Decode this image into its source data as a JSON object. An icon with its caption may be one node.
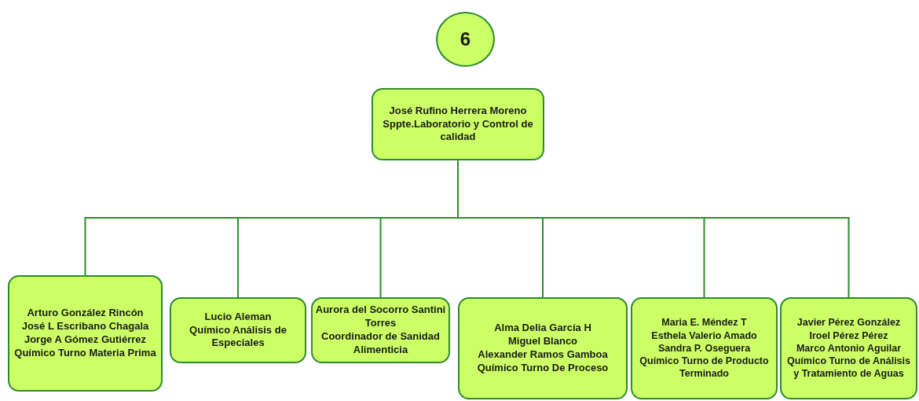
{
  "diagram": {
    "nodes": [
      {
        "text": [
          "6"
        ]
      },
      {
        "text": [
          "José Rufino Herrera Moreno",
          "Sppte.Laboratorio y Control de calidad"
        ]
      },
      {
        "text": [
          "Arturo González Rincón",
          "José L Escribano Chagala",
          "Jorge A Gómez Gutiérrez",
          "Químico Turno Materia Prima"
        ]
      },
      {
        "text": [
          "Lucio Aleman",
          "Químico Análisis de Especiales"
        ]
      },
      {
        "text": [
          "Aurora del Socorro Santini Torres",
          "Coordinador de Sanidad Alimenticia"
        ]
      },
      {
        "text": [
          "Alma Delia García H",
          "Miguel Blanco",
          "Alexander Ramos Gamboa",
          "Químico Turno De Proceso"
        ]
      },
      {
        "text": [
          "Maria E. Méndez T",
          "Esthela Valerio Amado",
          "Sandra P. Oseguera",
          "Químico Turno de Producto Terminado"
        ]
      },
      {
        "text": [
          "Javier Pérez González",
          "Iroel Pérez Pérez",
          "Marco Antonio Aguilar",
          "Químico Turno de Análisis y Tratamiento de Aguas"
        ]
      }
    ],
    "edges": [
      {
        "from": 1,
        "to": 2,
        "arrow": "none"
      },
      {
        "from": 1,
        "to": 3,
        "arrow": "none"
      },
      {
        "from": 1,
        "to": 4,
        "arrow": "none"
      },
      {
        "from": 1,
        "to": 5,
        "arrow": "none"
      },
      {
        "from": 1,
        "to": 6,
        "arrow": "none"
      },
      {
        "from": 1,
        "to": 7,
        "arrow": "none"
      }
    ]
  }
}
